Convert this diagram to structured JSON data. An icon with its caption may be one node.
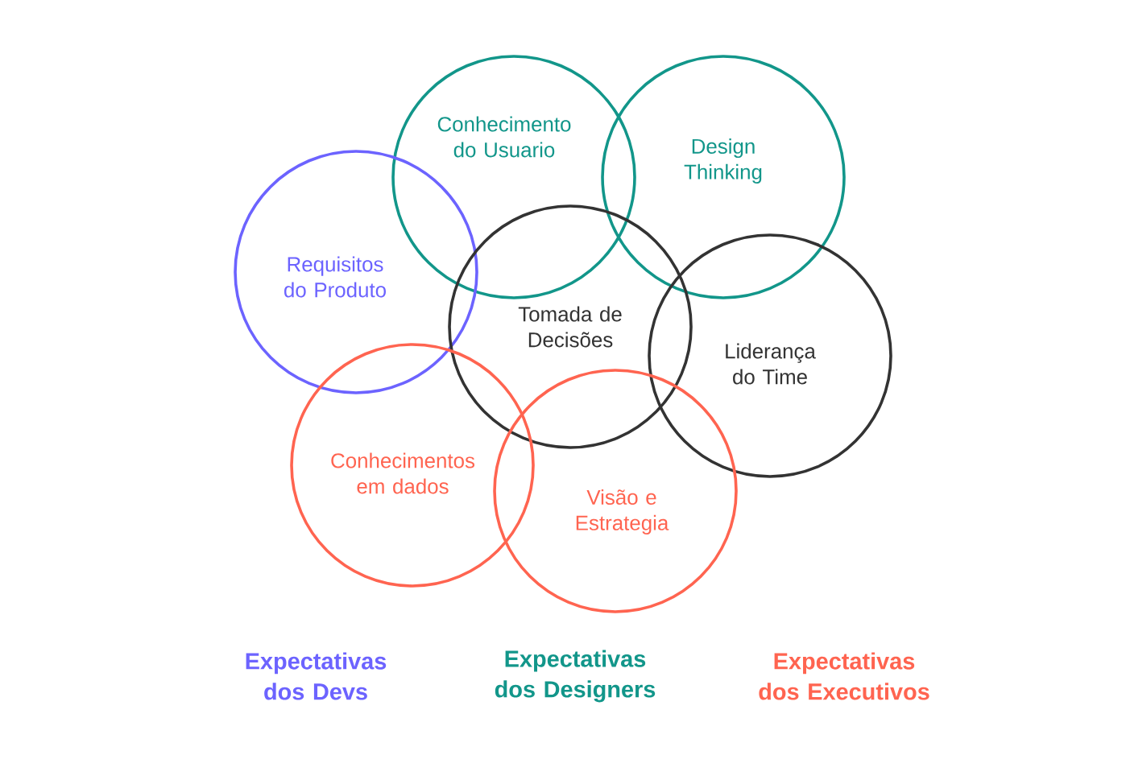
{
  "diagram": {
    "nodes": [
      {
        "text": [
          "Conhecimento do Usuario"
        ]
      },
      {
        "text": [
          "Design Thinking"
        ]
      },
      {
        "text": [
          "Requisitos do Produto"
        ]
      },
      {
        "text": [
          "Tomada de Decisões"
        ]
      },
      {
        "text": [
          "Liderança do Time"
        ]
      },
      {
        "text": [
          "Conhecimentos em dados"
        ]
      },
      {
        "text": [
          "Visão e Estrategia"
        ]
      }
    ],
    "legend": [
      {
        "text": "Expectativas dos Devs",
        "color": "#6c63ff"
      },
      {
        "text": "Expectativas dos Designers",
        "color": "#12968a"
      },
      {
        "text": "Expectativas dos Executivos",
        "color": "#ff6450"
      }
    ]
  }
}
